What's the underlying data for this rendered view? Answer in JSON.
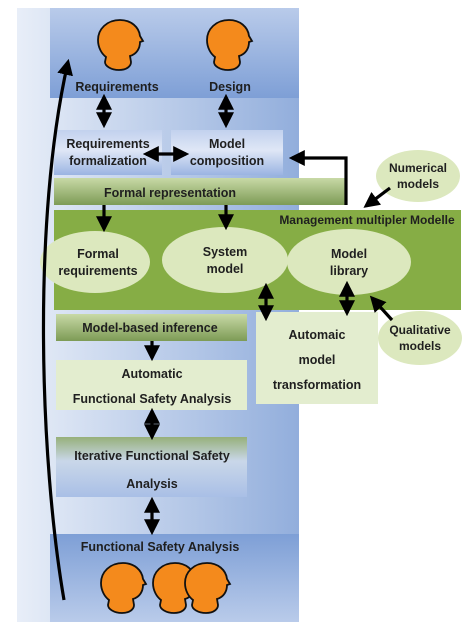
{
  "labels": {
    "requirements": "Requirements",
    "design": "Design",
    "req_formalization_1": "Requirements",
    "req_formalization_2": "formalization",
    "model_composition_1": "Model",
    "model_composition_2": "composition",
    "formal_representation": "Formal representation",
    "management": "Management multipler Modelle",
    "numerical_1": "Numerical",
    "numerical_2": "models",
    "formal_req_1": "Formal",
    "formal_req_2": "requirements",
    "system_model_1": "System",
    "system_model_2": "model",
    "model_library_1": "Model",
    "model_library_2": "library",
    "model_based_inference": "Model-based inference",
    "automaic_1": "Automaic",
    "automaic_2": "model",
    "automaic_3": "transformation",
    "qualitative_1": "Qualitative",
    "qualitative_2": "models",
    "automatic_fsa_1": "Automatic",
    "automatic_fsa_2": "Functional Safety Analysis",
    "iterative_fsa_1": "Iterative Functional Safety",
    "iterative_fsa_2": "Analysis",
    "fsa": "Functional Safety Analysis"
  },
  "colors": {
    "blue_panel": "#9db7e0",
    "green_band": "#86ad45",
    "light_green": "#e3edcf",
    "ellipse_fill": "#dce8be",
    "head": "#f48a1c"
  }
}
